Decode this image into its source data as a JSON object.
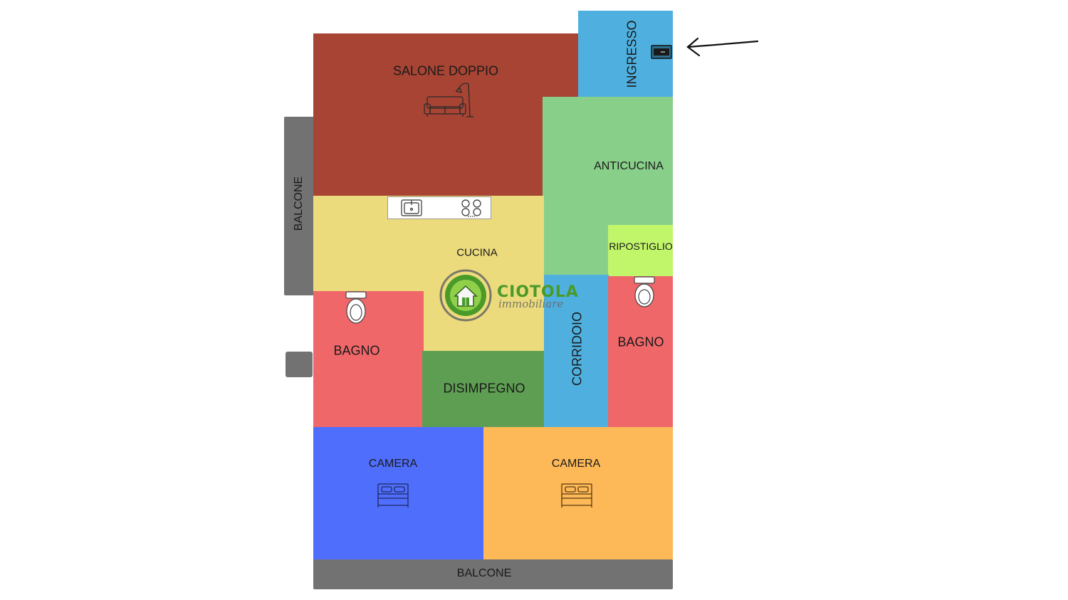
{
  "rooms": {
    "ingresso": "INGRESSO",
    "salone": "SALONE DOPPIO",
    "balcone_side": "BALCONE",
    "anticucina": "ANTICUCINA",
    "ripostiglio": "RIPOSTIGLIO",
    "cucina": "CUCINA",
    "bagno_left": "BAGNO",
    "bagno_right": "BAGNO",
    "corridoio": "CORRIDOIO",
    "disimpegno": "DISIMPEGNO",
    "camera_left": "CAMERA",
    "camera_right": "CAMERA",
    "balcone_bottom": "BALCONE"
  },
  "logo": {
    "name": "CIOTOLA",
    "tagline": "immobiliare"
  },
  "colors": {
    "salone": "#a84434",
    "ingresso": "#4fb0e0",
    "anticucina": "#88d08a",
    "ripostiglio": "#c1f56a",
    "cucina": "#ecdb7c",
    "bagno": "#f0676a",
    "corridoio": "#4fb0e0",
    "disimpegno": "#5e9e52",
    "camera_blue": "#4f6efc",
    "camera_orange": "#fdb958",
    "balcone": "#727272",
    "logo_green": "#4a9a2a"
  },
  "icons": [
    "sofa-icon",
    "lamp-icon",
    "sink-icon",
    "stove-icon",
    "toilet-icon",
    "bed-icon",
    "entry-arrow-icon",
    "door-icon"
  ]
}
